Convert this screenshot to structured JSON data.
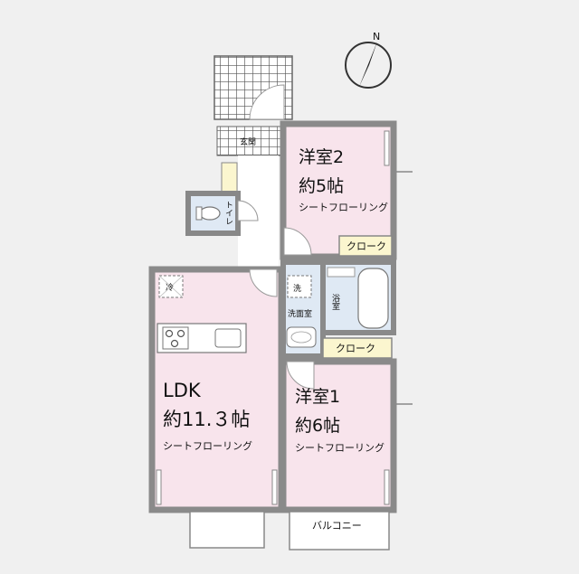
{
  "compass": {
    "label": "N"
  },
  "rooms": {
    "ldk": {
      "name": "LDK",
      "size": "約11.３帖",
      "floor": "シートフローリング"
    },
    "western2": {
      "name": "洋室2",
      "size": "約5帖",
      "floor": "シートフローリング"
    },
    "western1": {
      "name": "洋室1",
      "size": "約6帖",
      "floor": "シートフローリング"
    },
    "entrance": {
      "name": "玄関"
    },
    "toilet": {
      "name": "トイレ"
    },
    "bath": {
      "name": "浴室"
    },
    "laundry": {
      "name": "洗",
      "sink": "洗面室"
    },
    "closet_upper": {
      "name": "クローク"
    },
    "closet_lower": {
      "name": "クローク"
    },
    "fridge": {
      "name": "冷"
    },
    "balcony": {
      "name": "バルコニー"
    }
  },
  "colors": {
    "pink": "#f8e4ec",
    "blue": "#dfe9f4",
    "yellow": "#fbf6cf",
    "wall": "#8a8a8a",
    "tile": "#555555"
  }
}
